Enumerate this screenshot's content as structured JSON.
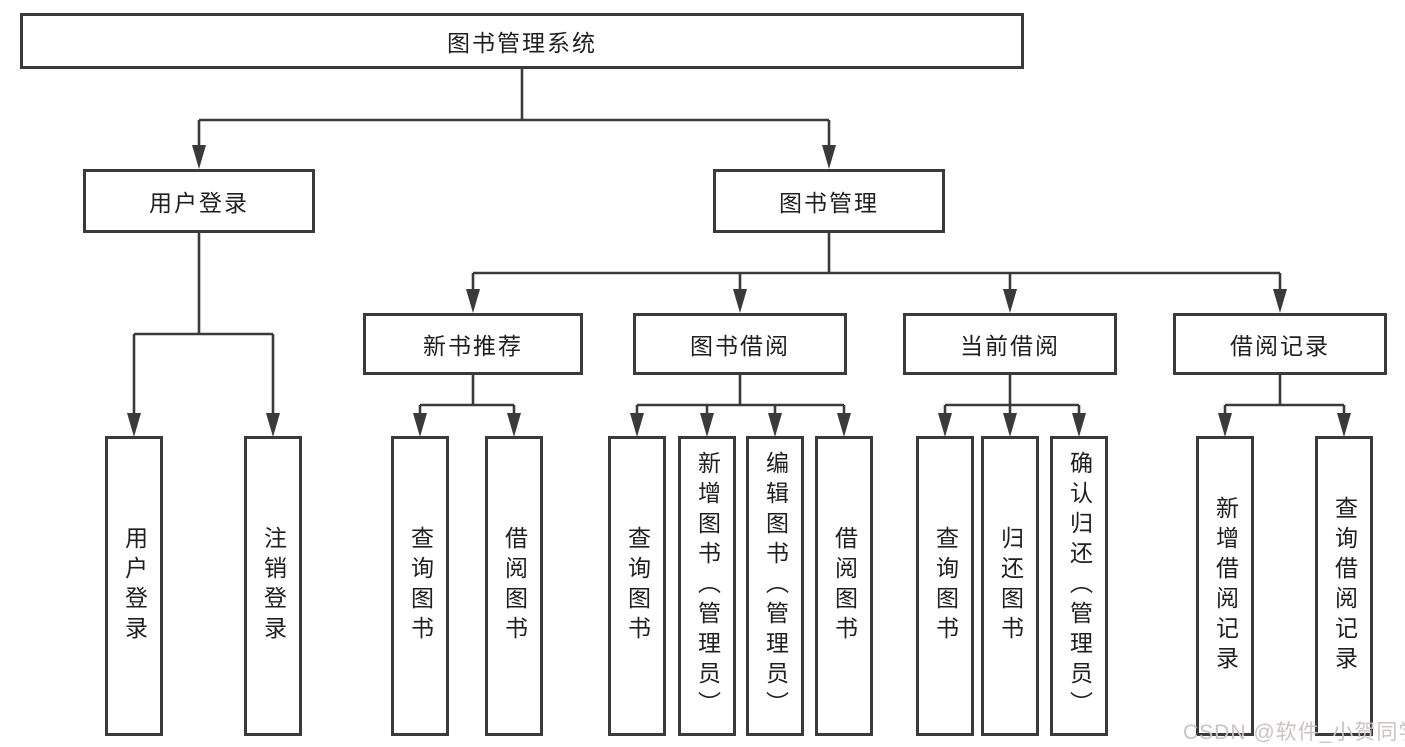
{
  "diagram": {
    "root": {
      "label": "图书管理系统"
    },
    "level2": [
      {
        "label": "用户登录"
      },
      {
        "label": "图书管理"
      }
    ],
    "level3": [
      {
        "label": "新书推荐"
      },
      {
        "label": "图书借阅"
      },
      {
        "label": "当前借阅"
      },
      {
        "label": "借阅记录"
      }
    ],
    "leaves": {
      "user": [
        "用户登录",
        "注销登录"
      ],
      "recommend": [
        "查询图书",
        "借阅图书"
      ],
      "borrow": [
        "查询图书",
        "新增图书（管理员）",
        "编辑图书（管理员）",
        "借阅图书"
      ],
      "current": [
        "查询图书",
        "归还图书",
        "确认归还（管理员）"
      ],
      "records": [
        "新增借阅记录",
        "查询借阅记录"
      ]
    },
    "watermark": "CSDN @软件_小贺同学",
    "colors": {
      "line": "#3a3a3a",
      "text": "#1f1f1f",
      "watermark": "#cbc3c3",
      "background": "#ffffff"
    }
  }
}
